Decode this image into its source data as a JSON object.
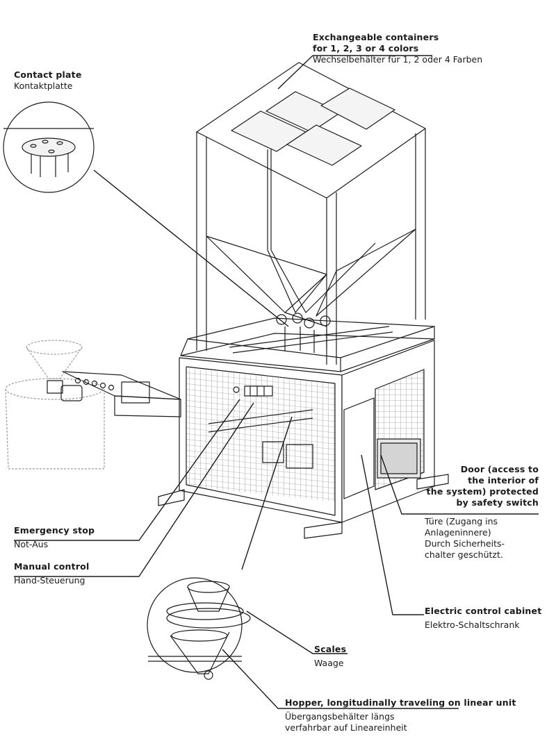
{
  "callouts": {
    "containers": {
      "en_line1": "Exchangeable containers",
      "en_line2": "for 1, 2, 3 or 4 colors",
      "de": "Wechselbehälter für 1, 2 oder 4 Farben"
    },
    "contact_plate": {
      "en": "Contact plate",
      "de": "Kontaktplatte"
    },
    "door": {
      "en_line1": "Door (access to",
      "en_line2": "the interior of",
      "en_line3": "the system) protected",
      "en_line4": "by safety switch",
      "de_line1": "Türe (Zugang ins",
      "de_line2": "Anlageninnere)",
      "de_line3": "Durch Sicherheits-",
      "de_line4": "chalter geschützt."
    },
    "emergency_stop": {
      "en": "Emergency stop",
      "de": "Not-Aus"
    },
    "manual_control": {
      "en": "Manual control",
      "de": "Hand-Steuerung"
    },
    "electric_cabinet": {
      "en": "Electric control cabinet",
      "de": "Elektro-Schaltschrank"
    },
    "scales": {
      "en": "Scales",
      "de": "Waage"
    },
    "hopper": {
      "en": "Hopper, longitudinally traveling on linear unit",
      "de_line1": "Übergangsbehälter längs",
      "de_line2": "verfahrbar auf Lineareinheit"
    }
  }
}
